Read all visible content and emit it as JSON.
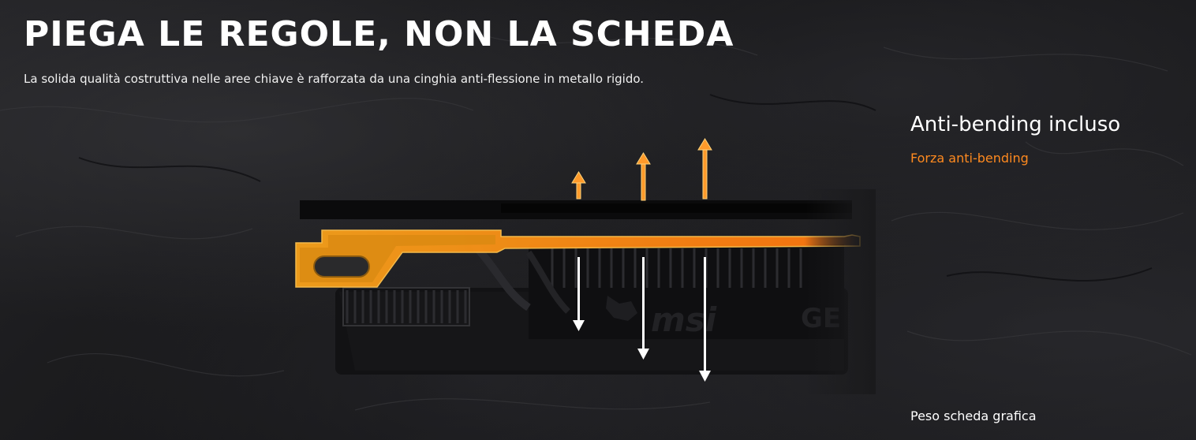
{
  "hero": {
    "title": "PIEGA LE REGOLE, NON LA SCHEDA",
    "subtitle": "La solida qualità costruttiva nelle aree chiave è rafforzata da una cinghia anti-flessione in metallo rigido."
  },
  "graphic": {
    "brand_logo_text": "msi",
    "series_text": "GE",
    "icons": [
      "upward-force-arrow-icon",
      "downward-weight-arrow-icon"
    ],
    "colors": {
      "force": "#ff8a1f",
      "weight": "#ffffff",
      "bracket": "#f7a21b"
    }
  },
  "legend": {
    "title": "Anti-bending incluso",
    "force_label": "Forza anti-bending",
    "weight_label": "Peso scheda grafica"
  }
}
